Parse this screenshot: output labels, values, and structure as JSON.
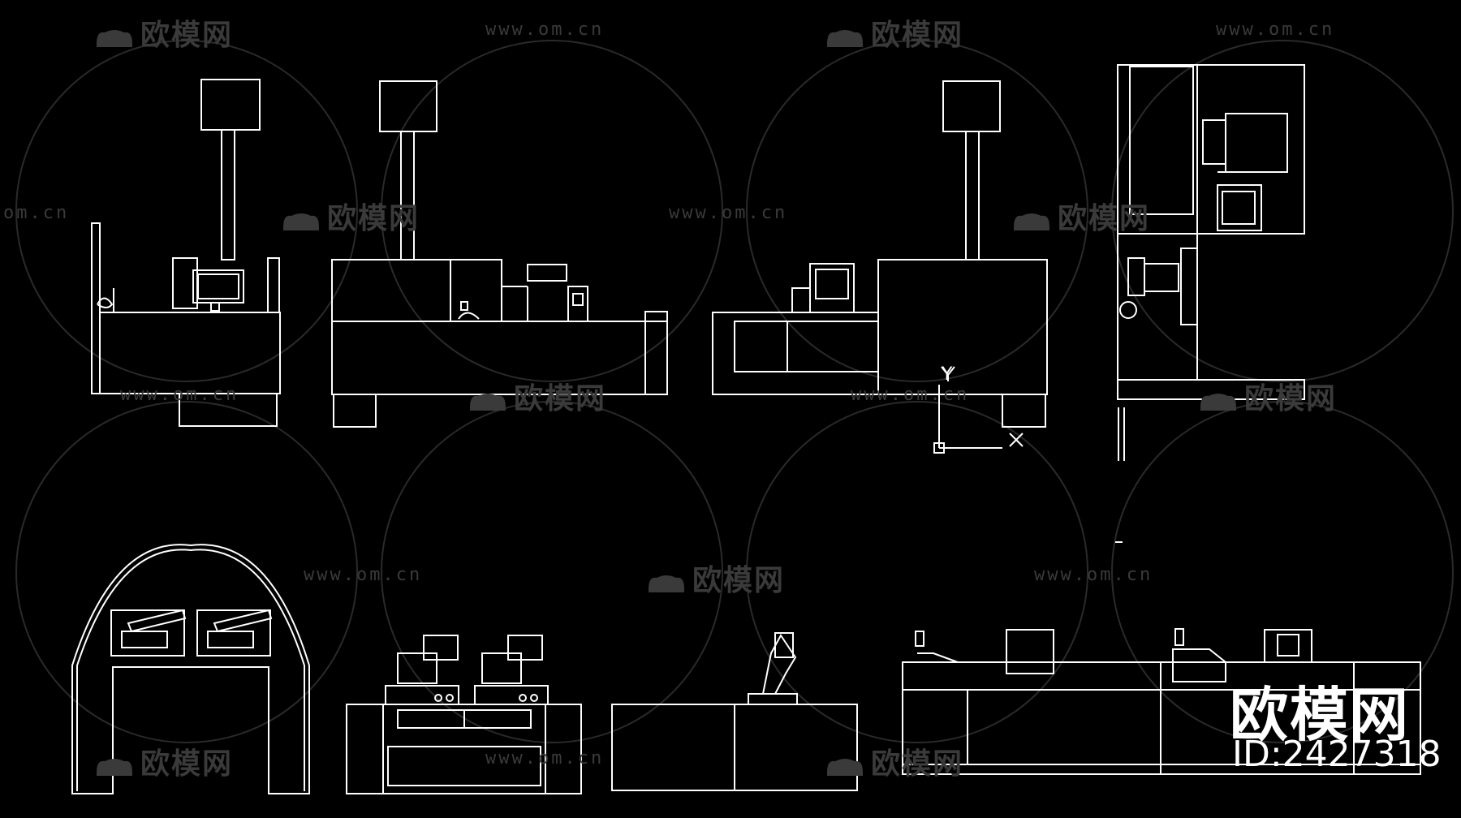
{
  "watermark": {
    "brand": "欧模网",
    "url": "www.om.cn",
    "url_partial": "om.cn"
  },
  "corner_mark": {
    "brand": "欧模网",
    "id": "ID:2427318"
  },
  "ucs": {
    "x_label": "X",
    "y_label": "Y"
  },
  "colors": {
    "background": "#000000",
    "lines": "#ffffff",
    "watermark": "#3a3a3a"
  }
}
